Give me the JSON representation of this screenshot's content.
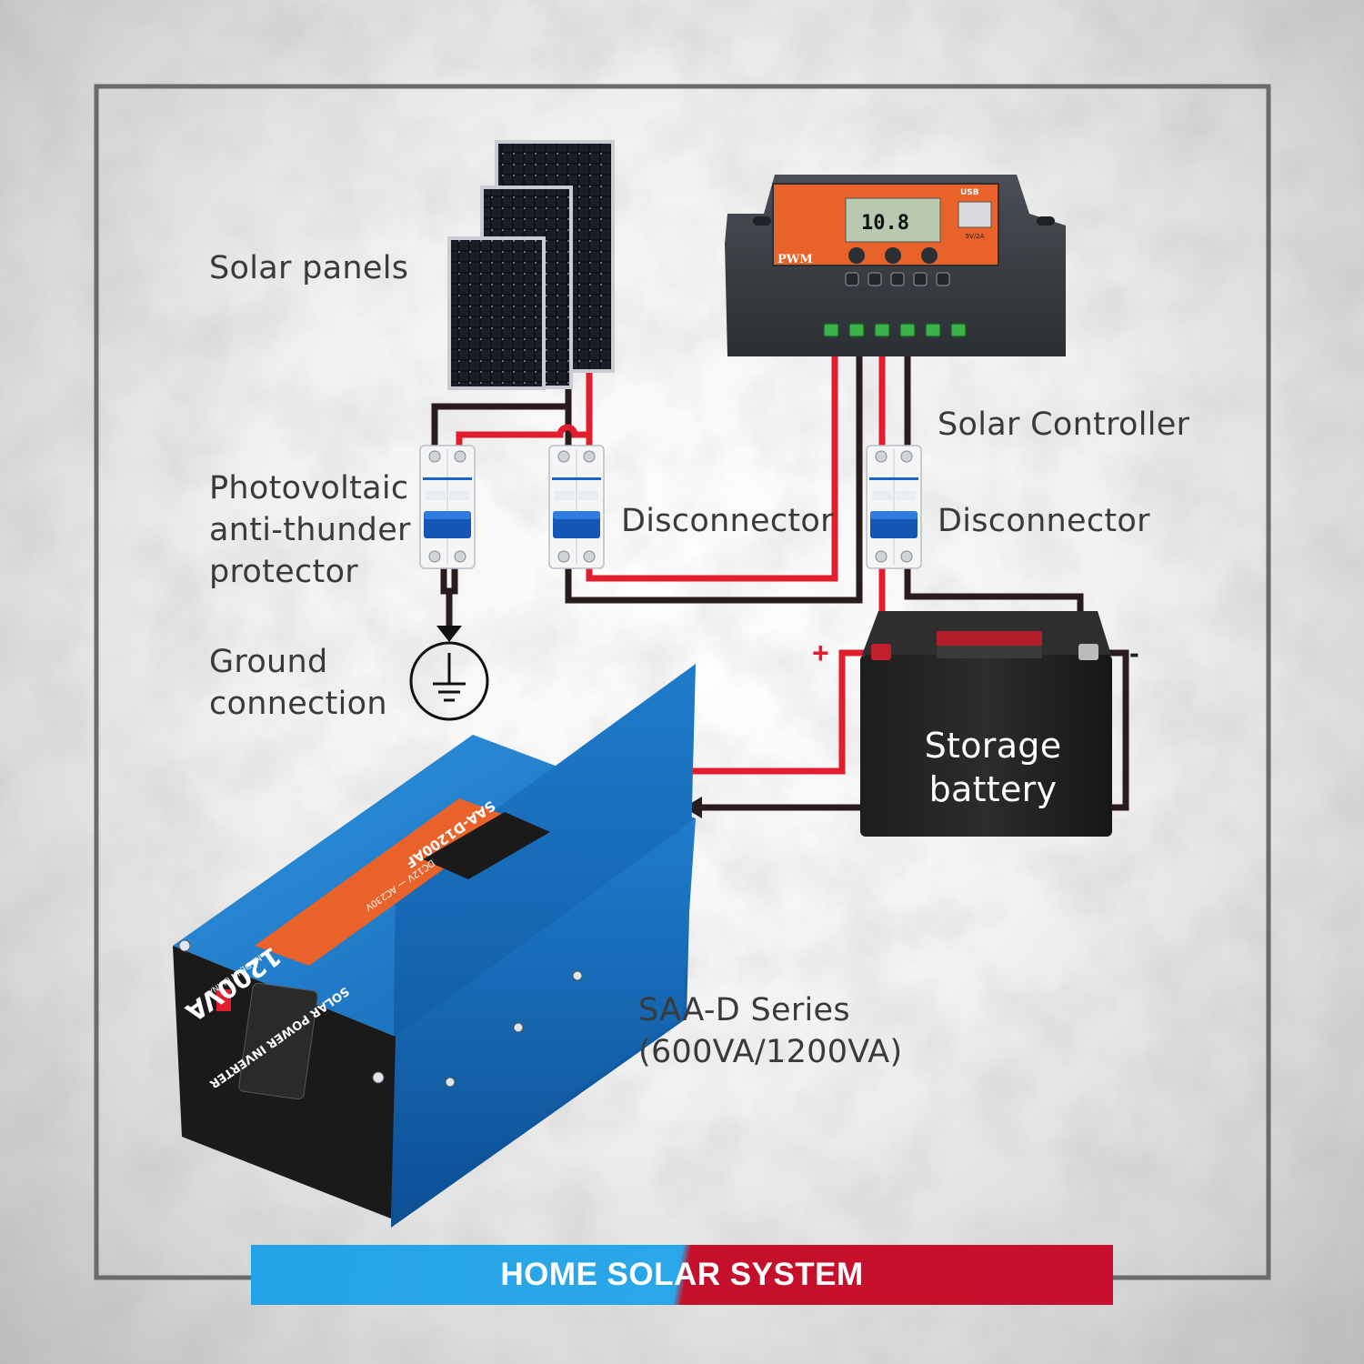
{
  "labels": {
    "solar_panels": "Solar panels",
    "pv_protector": [
      "Photovoltaic",
      "anti-thunder",
      "protector"
    ],
    "ground": [
      "Ground",
      "connection"
    ],
    "disconnector_1": "Disconnector",
    "solar_controller": "Solar Controller",
    "disconnector_2": "Disconnector",
    "storage_battery": [
      "Storage",
      "battery"
    ],
    "inverter": [
      "SAA-D Series",
      "(600VA/1200VA)"
    ]
  },
  "terminals": {
    "positive": "+",
    "negative": "-"
  },
  "controller": {
    "display": "10.8",
    "mode": "PWM",
    "usb": "USB",
    "usb_rating": "5V/2A"
  },
  "inverter": {
    "model": "SAA-D1200AF",
    "rating": "1200VA",
    "name": "SOLAR POWER INVERTER",
    "io": "DC12V — AC230V",
    "origin": "MADE IN CHINA"
  },
  "title": "HOME SOLAR SYSTEM",
  "colors": {
    "positive_wire": "#e01e2d",
    "negative_wire": "#2a1c1c",
    "banner_left": "#2aa7e8",
    "banner_right": "#c8102e",
    "frame": "#6b6b6b",
    "inverter_body": "#1f7fd0",
    "controller_face": "#e8622a"
  }
}
